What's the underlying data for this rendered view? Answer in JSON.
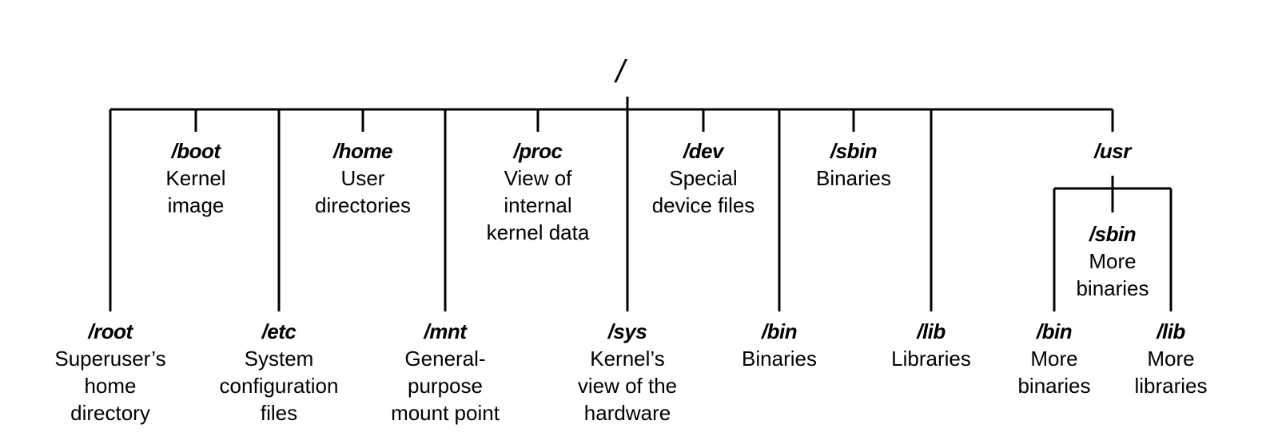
{
  "root_label": "/",
  "nodes": {
    "boot": {
      "name": "/boot",
      "desc": [
        "Kernel",
        "image"
      ]
    },
    "home": {
      "name": "/home",
      "desc": [
        "User",
        "directories"
      ]
    },
    "proc": {
      "name": "/proc",
      "desc": [
        "View of",
        "internal",
        "kernel data"
      ]
    },
    "dev": {
      "name": "/dev",
      "desc": [
        "Special",
        "device files"
      ]
    },
    "sbin": {
      "name": "/sbin",
      "desc": [
        "Binaries"
      ]
    },
    "usr": {
      "name": "/usr",
      "desc": []
    },
    "root": {
      "name": "/root",
      "desc": [
        "Superuser’s",
        "home",
        "directory"
      ]
    },
    "etc": {
      "name": "/etc",
      "desc": [
        "System",
        "configuration",
        "files"
      ]
    },
    "mnt": {
      "name": "/mnt",
      "desc": [
        "General-",
        "purpose",
        "mount point"
      ]
    },
    "sys": {
      "name": "/sys",
      "desc": [
        "Kernel’s",
        "view of the",
        "hardware"
      ]
    },
    "bin": {
      "name": "/bin",
      "desc": [
        "Binaries"
      ]
    },
    "lib": {
      "name": "/lib",
      "desc": [
        "Libraries"
      ]
    },
    "usr_sbin": {
      "name": "/sbin",
      "desc": [
        "More",
        "binaries"
      ]
    },
    "usr_bin": {
      "name": "/bin",
      "desc": [
        "More",
        "binaries"
      ]
    },
    "usr_lib": {
      "name": "/lib",
      "desc": [
        "More",
        "libraries"
      ]
    }
  }
}
